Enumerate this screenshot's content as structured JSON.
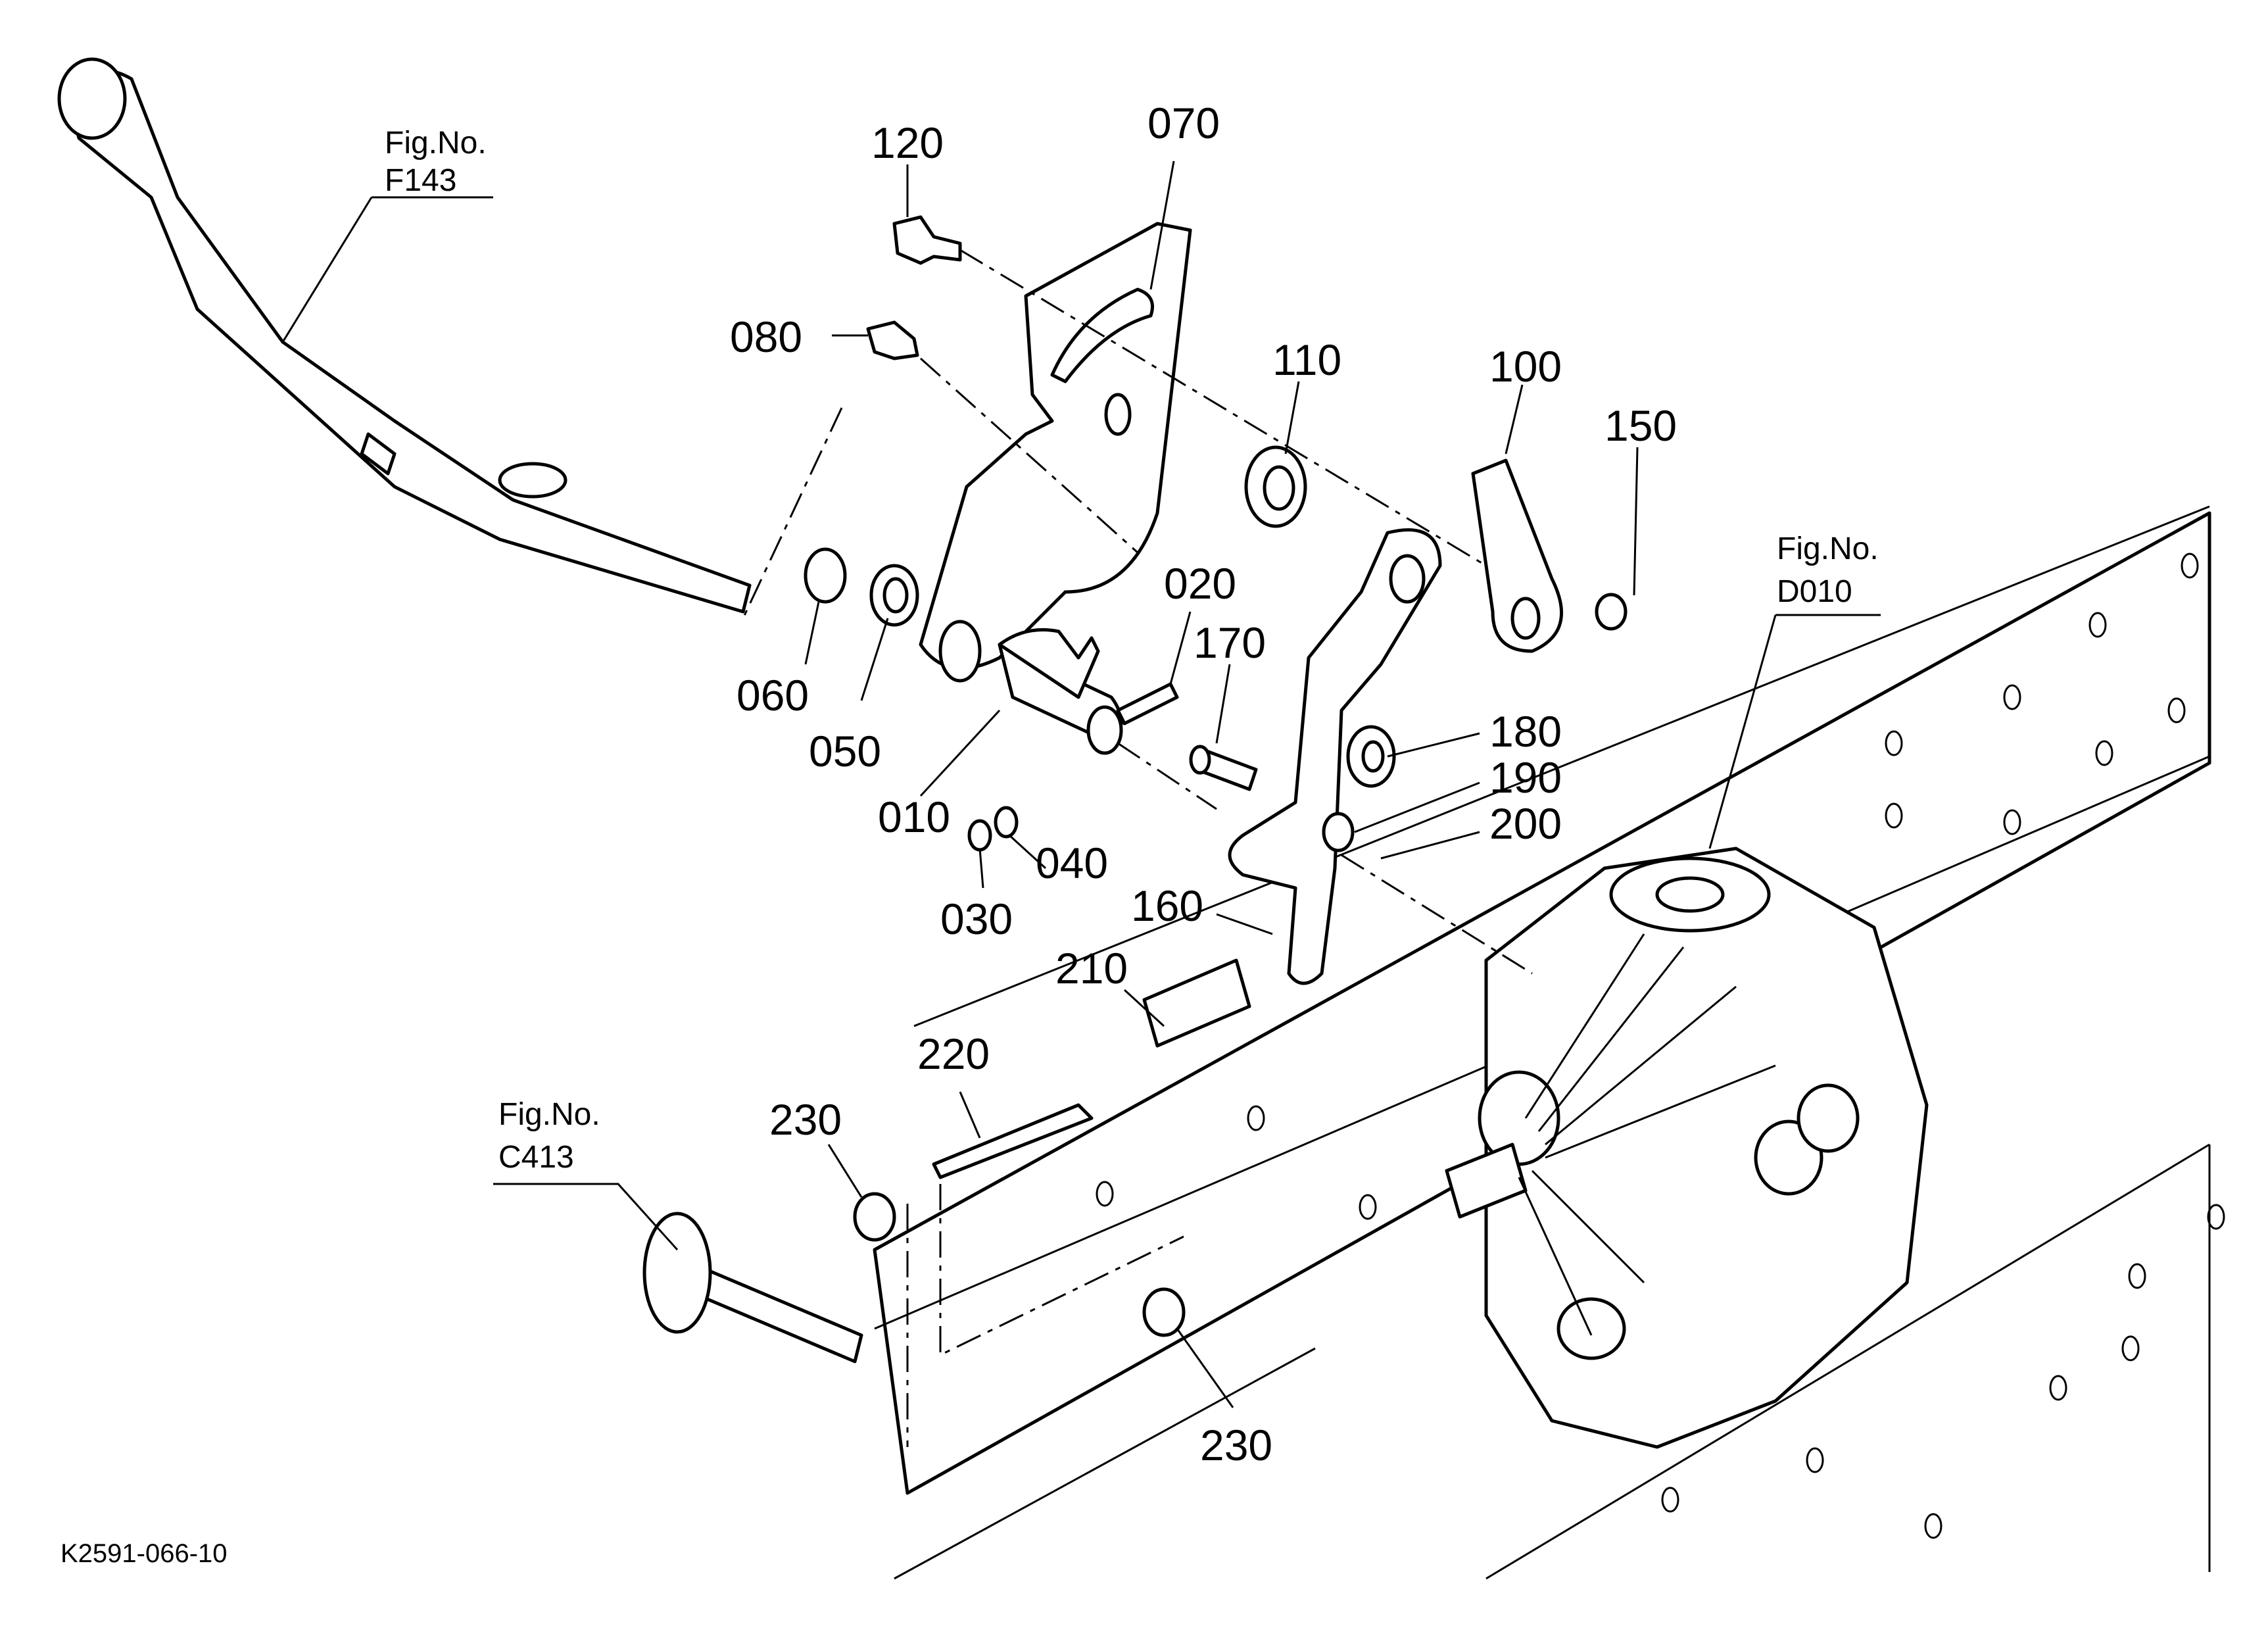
{
  "diagram": {
    "drawing_code": "K2591-066-10",
    "fig_refs": [
      {
        "title": "Fig.No.",
        "code": "F143"
      },
      {
        "title": "Fig.No.",
        "code": "D010"
      },
      {
        "title": "Fig.No.",
        "code": "C413"
      }
    ],
    "part_labels": [
      "070",
      "120",
      "080",
      "110",
      "100",
      "150",
      "020",
      "170",
      "060",
      "050",
      "010",
      "180",
      "190",
      "200",
      "030",
      "040",
      "160",
      "210",
      "220",
      "230",
      "230"
    ]
  }
}
